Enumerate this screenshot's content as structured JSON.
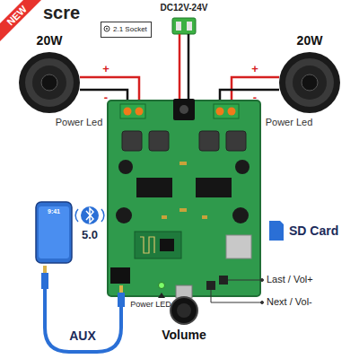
{
  "diagram": {
    "nodes": [
      {
        "text": [
          "2.1 Socket"
        ]
      }
    ],
    "labels": [
      "NEW",
      "scre",
      "DC12V-24V",
      "20W",
      "20W",
      "+",
      "-",
      "+",
      "-",
      "Power Led",
      "Power Led",
      "5.0",
      "9:41",
      "SD Card",
      "Power LED",
      "Last / Vol+",
      "Next / Vol-",
      "Volume",
      "AUX"
    ]
  }
}
